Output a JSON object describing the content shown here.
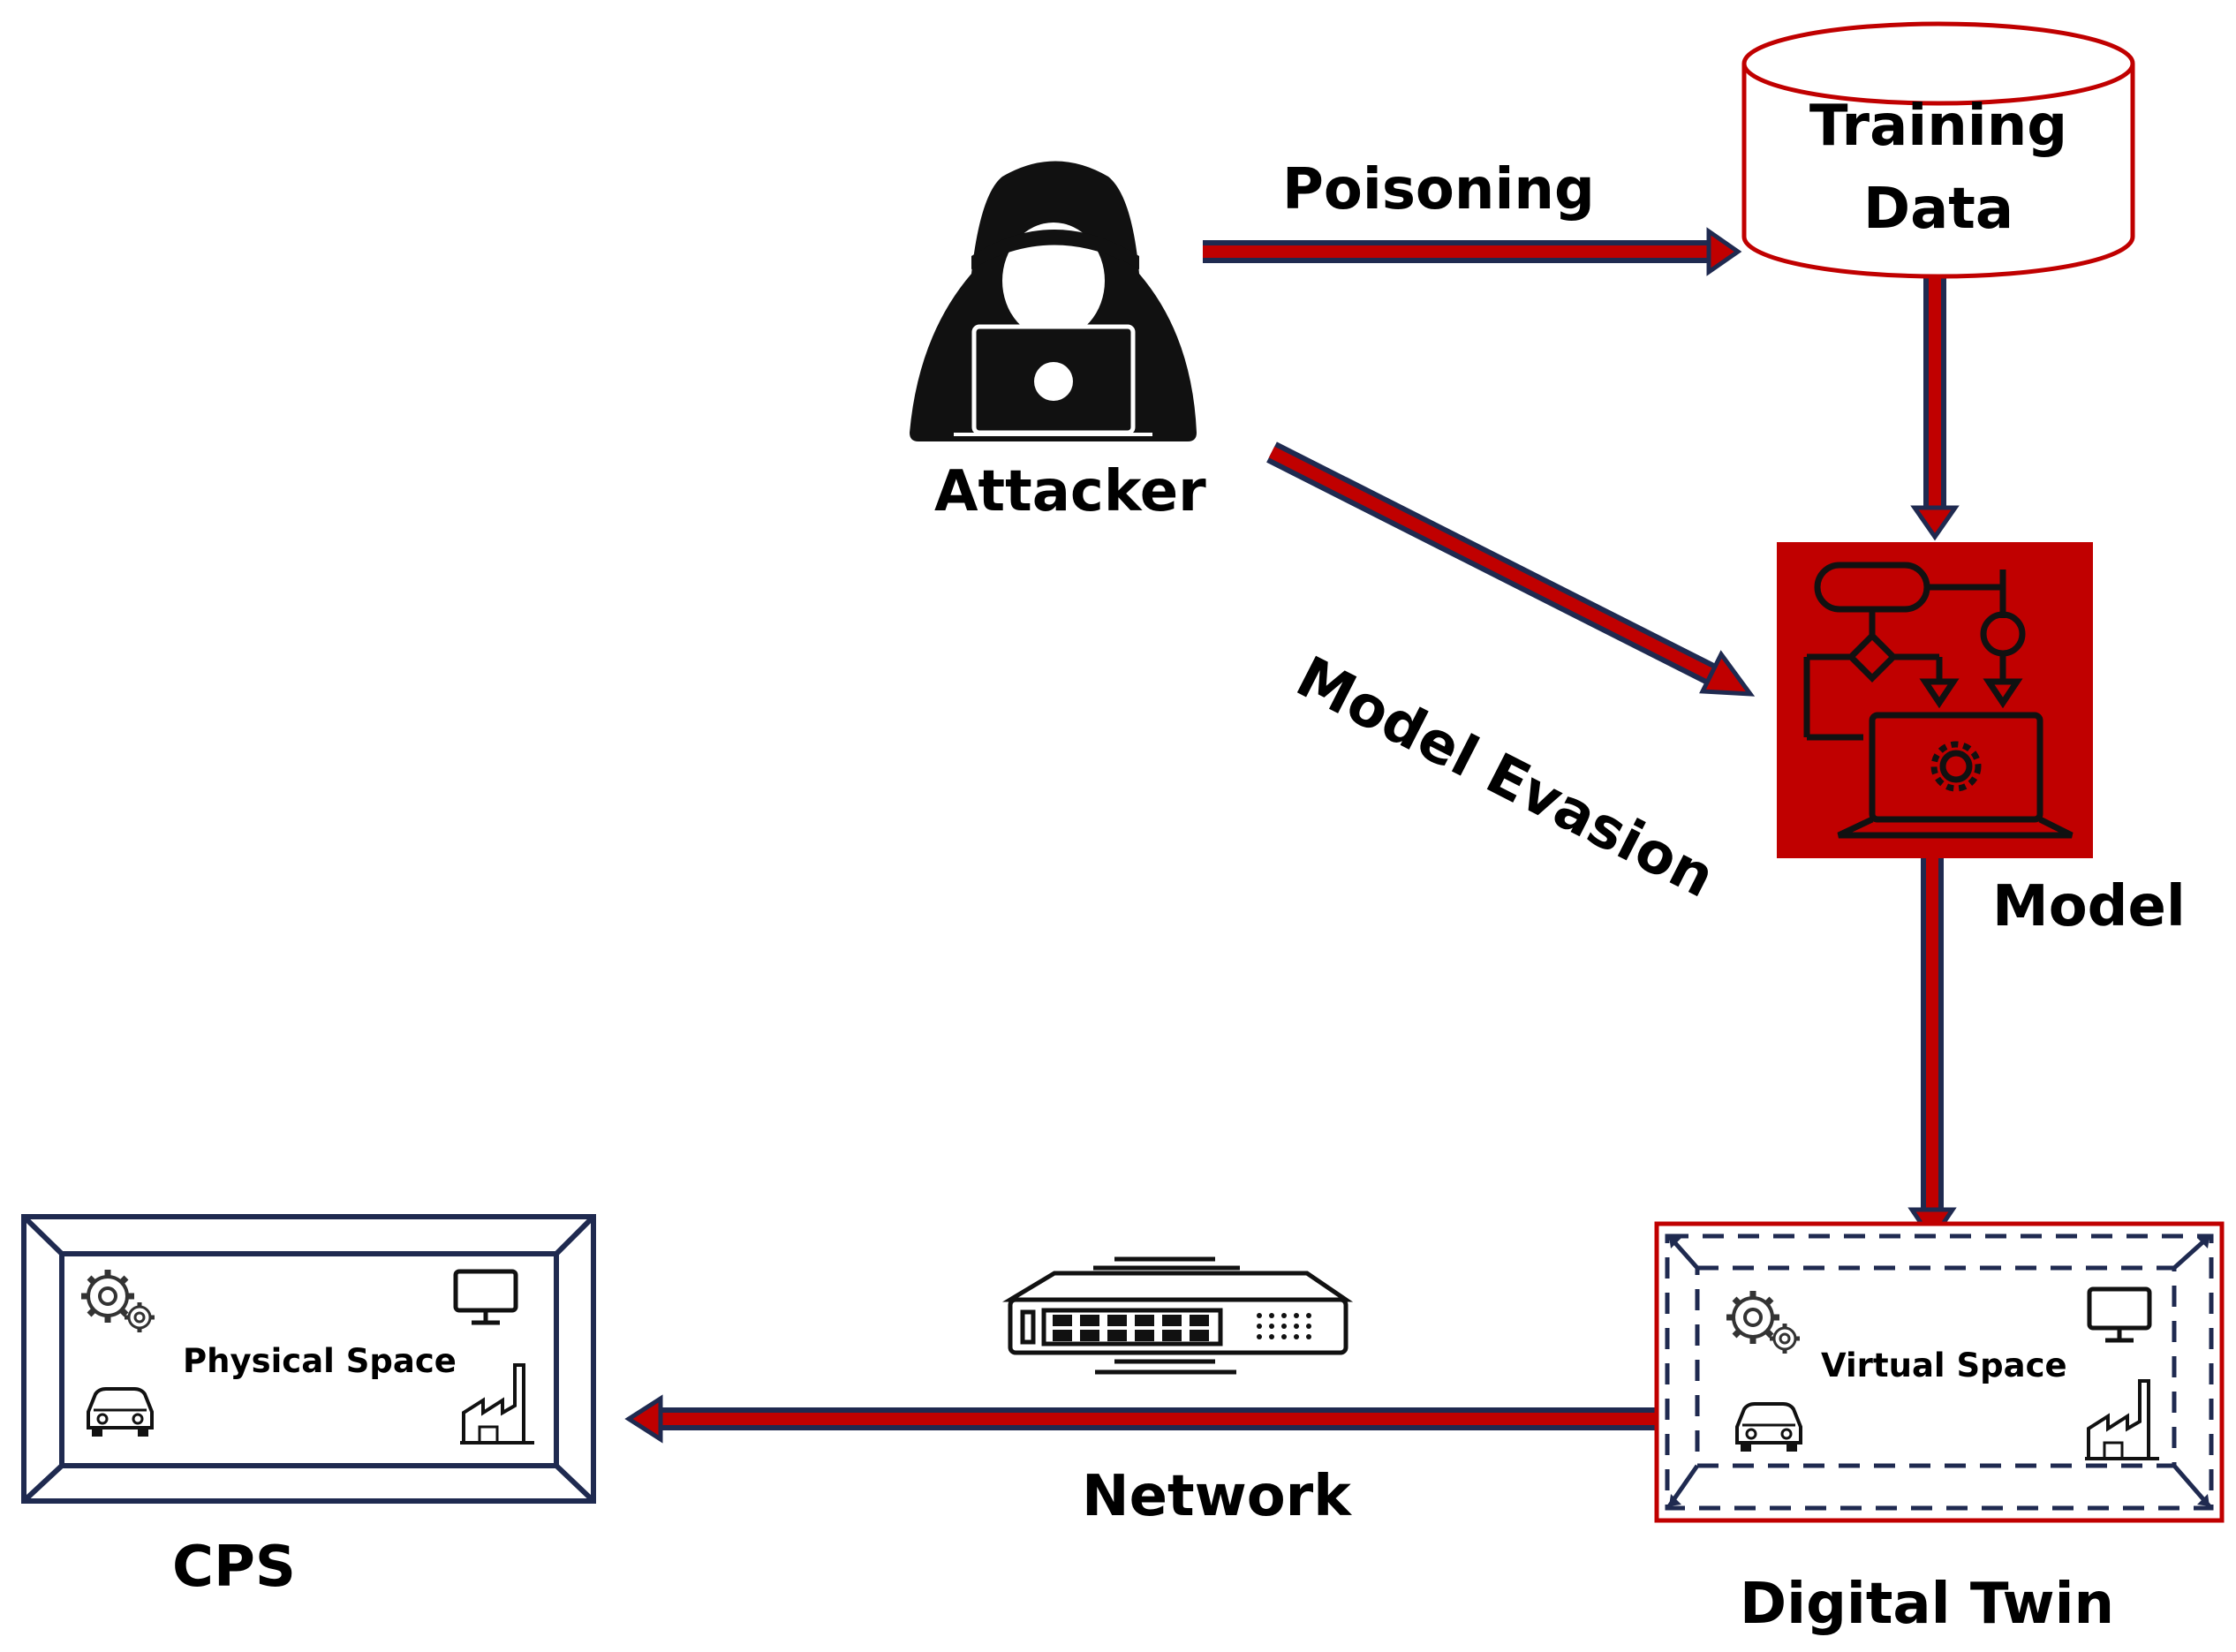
{
  "nodes": {
    "attacker": {
      "label": "Attacker"
    },
    "training_data": {
      "label_line1": "Training",
      "label_line2": "Data"
    },
    "model": {
      "label": "Model"
    },
    "digital_twin": {
      "label": "Digital Twin",
      "inner_label": "Virtual Space"
    },
    "cps": {
      "label": "CPS",
      "inner_label": "Physical Space"
    }
  },
  "edges": {
    "poisoning": {
      "label": "Poisoning"
    },
    "model_evasion": {
      "label": "Model Evasion"
    },
    "network": {
      "label": "Network"
    }
  },
  "colors": {
    "arrow_fill": "#c00000",
    "arrow_outline": "#1f2a50",
    "model_box": "#c00000",
    "frame_navy": "#1f2a50",
    "twin_border": "#c00000",
    "ink": "#000000"
  },
  "icons": {
    "attacker": "hooded-hacker-laptop-icon",
    "training_data": "database-cylinder-icon",
    "model": "flowchart-laptop-gear-icon",
    "network": "network-switch-icon",
    "space_items": [
      "gears-icon",
      "monitor-icon",
      "car-icon",
      "factory-icon"
    ]
  }
}
